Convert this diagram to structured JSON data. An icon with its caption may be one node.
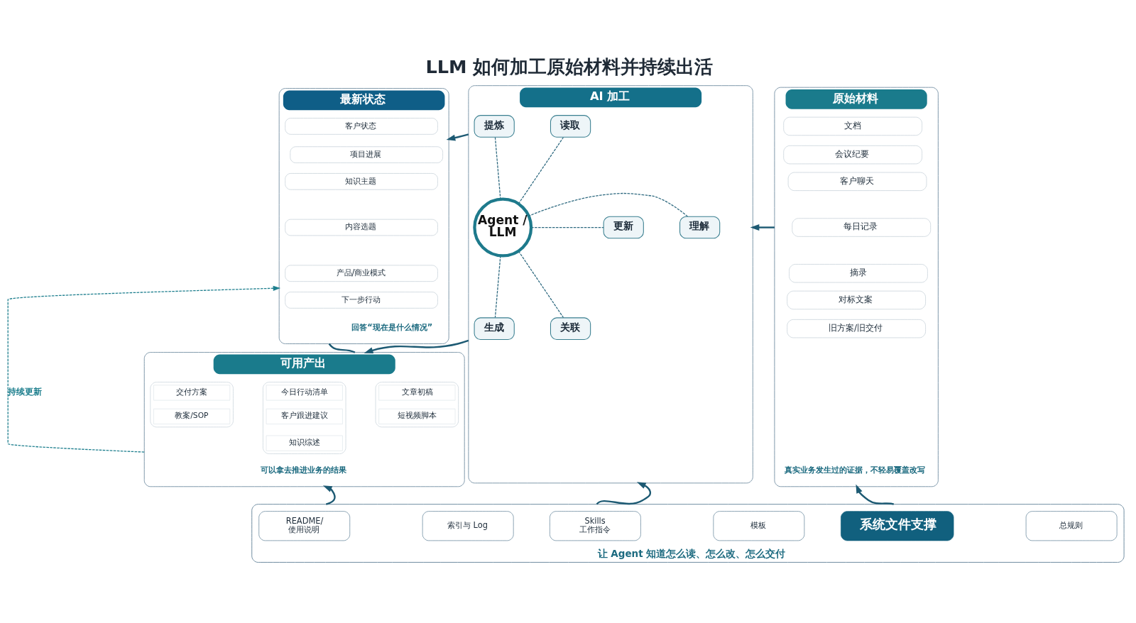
{
  "diagram": {
    "title": "LLM 如何加工原始材料并持续出活",
    "nodes": [
      {
        "text": [
          "原始材料",
          "真实业务发生过的证据，不轻易覆盖改写"
        ]
      },
      {
        "text": [
          "文档"
        ],
        "in": 0
      },
      {
        "text": [
          "会议纪要"
        ],
        "in": 0
      },
      {
        "text": [
          "客户聊天"
        ],
        "in": 0
      },
      {
        "text": [
          "每日记录"
        ],
        "in": 0
      },
      {
        "text": [
          "摘录"
        ],
        "in": 0
      },
      {
        "text": [
          "对标文案"
        ],
        "in": 0
      },
      {
        "text": [
          "旧方案/旧交付"
        ],
        "in": 0
      },
      {
        "text": [
          "AI 加工"
        ]
      },
      {
        "text": [
          "读取"
        ],
        "in": 8
      },
      {
        "text": [
          "提炼"
        ],
        "in": 8
      },
      {
        "text": [
          "理解"
        ],
        "in": 8
      },
      {
        "text": [
          "Agent / LLM"
        ],
        "in": 8
      },
      {
        "text": [
          "更新"
        ],
        "in": 8
      },
      {
        "text": [
          "关联"
        ],
        "in": 8
      },
      {
        "text": [
          "生成"
        ],
        "in": 8
      },
      {
        "text": [
          "最新状态",
          "回答“现在是什么情况”"
        ]
      },
      {
        "text": [
          "客户状态"
        ],
        "in": 16
      },
      {
        "text": [
          "项目进展"
        ],
        "in": 16
      },
      {
        "text": [
          "知识主题"
        ],
        "in": 16
      },
      {
        "text": [
          "内容选题"
        ],
        "in": 16
      },
      {
        "text": [
          "产品/商业模式"
        ],
        "in": 16
      },
      {
        "text": [
          "下一步行动"
        ],
        "in": 16
      },
      {
        "text": [
          "可用产出",
          "可以拿去推进业务的结果"
        ]
      },
      {
        "text": [],
        "shape": "box",
        "in": 23
      },
      {
        "text": [
          "今日行动清单"
        ],
        "in": 24
      },
      {
        "text": [
          "客户跟进建议"
        ],
        "in": 24
      },
      {
        "text": [
          "知识综述"
        ],
        "in": 24
      },
      {
        "text": [],
        "shape": "box",
        "in": 23
      },
      {
        "text": [
          "文章初稿"
        ],
        "in": 28
      },
      {
        "text": [
          "短视频脚本"
        ],
        "in": 28
      },
      {
        "text": [],
        "shape": "box",
        "in": 23
      },
      {
        "text": [
          "交付方案"
        ],
        "in": 31
      },
      {
        "text": [
          "教案/SOP"
        ],
        "in": 31
      },
      {
        "text": [
          "让 Agent 知道怎么读、怎么改、怎么交付"
        ]
      },
      {
        "text": [
          "系统文件支撑"
        ],
        "in": 34
      },
      {
        "text": [
          "总规则"
        ],
        "in": 34
      },
      {
        "text": [
          "Skills",
          "工作指令"
        ],
        "in": 34
      },
      {
        "text": [
          "模板"
        ],
        "in": 34
      },
      {
        "text": [
          "README/",
          "使用说明"
        ],
        "in": 34
      },
      {
        "text": [
          "索引与 Log"
        ],
        "in": 34
      }
    ],
    "edges": [
      {
        "from": 0,
        "to": 8,
        "arrow": "to"
      },
      {
        "from": 9,
        "to": 12,
        "arrow": "none",
        "style": "dashed"
      },
      {
        "from": 10,
        "to": 12,
        "arrow": "none",
        "style": "dashed"
      },
      {
        "from": 11,
        "to": 12,
        "arrow": "none",
        "style": "dashed"
      },
      {
        "from": 12,
        "to": 13,
        "arrow": "none",
        "style": "dashed"
      },
      {
        "from": 12,
        "to": 14,
        "arrow": "none",
        "style": "dashed"
      },
      {
        "from": 12,
        "to": 15,
        "arrow": "none",
        "style": "dashed"
      },
      {
        "from": 8,
        "to": 16,
        "arrow": "to"
      },
      {
        "from": 8,
        "to": 23,
        "arrow": "to"
      },
      {
        "from": 16,
        "to": 23,
        "arrow": "none"
      },
      {
        "from": 23,
        "to": 16,
        "arrow": "to",
        "label": "持续更新",
        "style": "dashed",
        "color": "#1e7f8e"
      },
      {
        "from": 34,
        "to": 0,
        "arrow": "to"
      },
      {
        "from": 34,
        "to": 8,
        "arrow": "to"
      },
      {
        "from": 34,
        "to": 23,
        "arrow": "to"
      }
    ]
  }
}
